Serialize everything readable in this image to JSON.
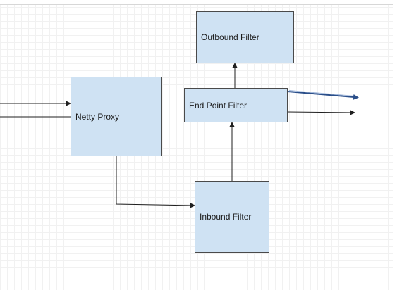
{
  "nodes": {
    "netty_proxy": {
      "label": "Netty Proxy"
    },
    "outbound_filter": {
      "label": "Outbound Filter"
    },
    "end_point_filter": {
      "label": "End Point Filter"
    },
    "inbound_filter": {
      "label": "Inbound Filter"
    }
  },
  "colors": {
    "node_fill": "#cfe2f3",
    "node_border": "#4a4a4a",
    "edge": "#1f1f1f",
    "selected_edge": "#4a6fa5"
  }
}
